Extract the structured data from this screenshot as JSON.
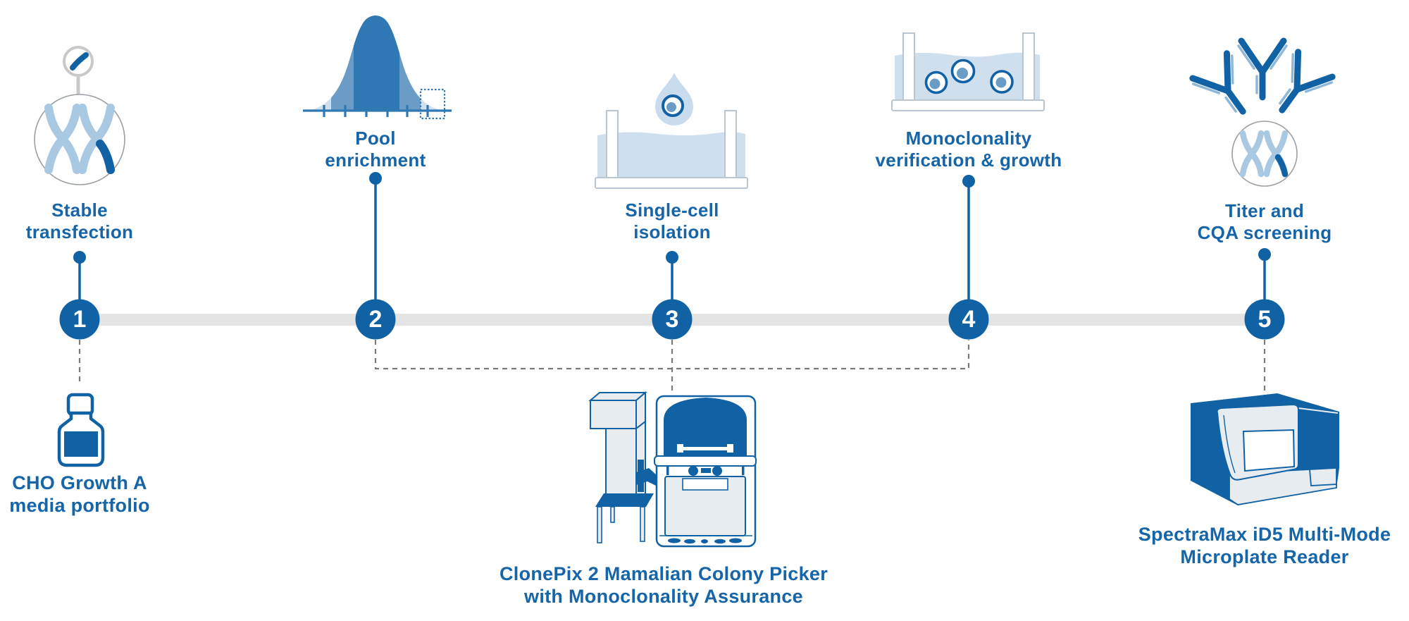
{
  "colors": {
    "primary_blue": "#1062a5",
    "text_blue": "#1565a8",
    "medium_blue": "#6b9cc7",
    "light_blue": "#a9c8e2",
    "accent_light_blue": "#8fb8d8",
    "pale_blue": "#cfdfee",
    "panel_gray": "#e7ecf0",
    "timeline_gray": "#e4e4e4",
    "dash_gray": "#7a7a7a",
    "outline_gray": "#9aa0a5",
    "arrow_gray": "#c9c9c9"
  },
  "timeline": {
    "steps": [
      {
        "number": "1",
        "label": [
          "Stable",
          "transfection"
        ],
        "icon": "transfection-icon"
      },
      {
        "number": "2",
        "label": [
          "Pool",
          "enrichment"
        ],
        "icon": "pool-enrichment-icon"
      },
      {
        "number": "3",
        "label": [
          "Single-cell",
          "isolation"
        ],
        "icon": "single-cell-isolation-icon"
      },
      {
        "number": "4",
        "label": [
          "Monoclonality",
          "verification & growth"
        ],
        "icon": "monoclonality-well-icon"
      },
      {
        "number": "5",
        "label": [
          "Titer and",
          "CQA screening"
        ],
        "icon": "antibody-titer-icon"
      }
    ]
  },
  "products": [
    {
      "for_step": "1",
      "label": [
        "CHO Growth A",
        "media portfolio"
      ],
      "icon": "media-bottle-icon"
    },
    {
      "for_step": "3",
      "label": [
        "ClonePix 2 Mamalian Colony Picker",
        "with Monoclonality Assurance"
      ],
      "icon": "clonepix-instrument-icon"
    },
    {
      "for_step": "5",
      "label": [
        "SpectraMax iD5 Multi-Mode",
        "Microplate Reader"
      ],
      "icon": "spectramax-instrument-icon"
    }
  ]
}
